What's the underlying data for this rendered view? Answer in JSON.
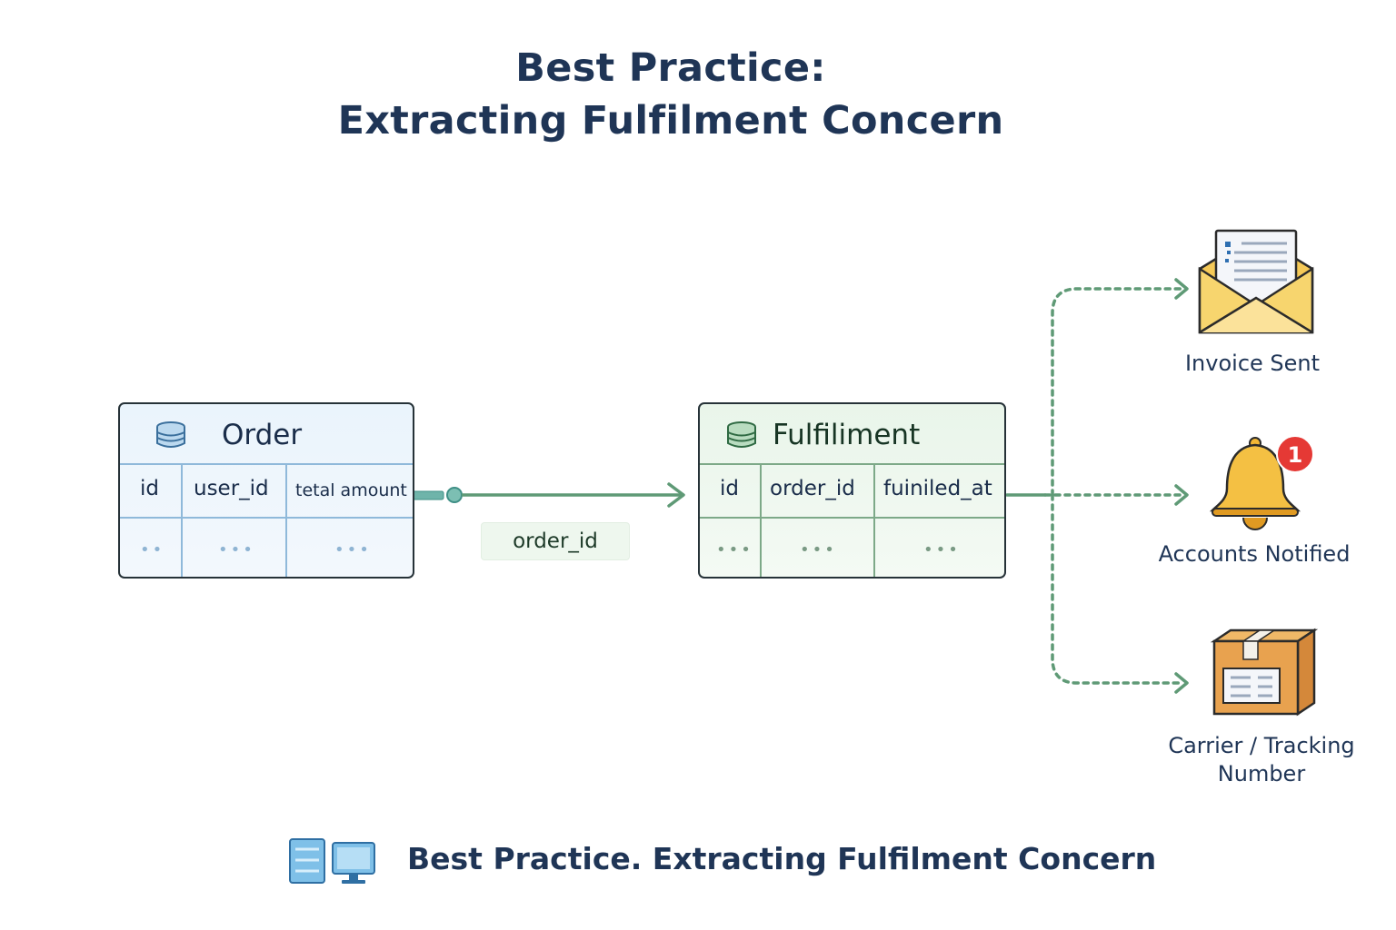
{
  "title": {
    "line1": "Best Practice:",
    "line2": "Extracting Fulfilment Concern"
  },
  "order_table": {
    "name": "Order",
    "columns": [
      "id",
      "user_id",
      "tetal amount"
    ],
    "placeholder_row": [
      "••",
      "•••",
      "•••"
    ]
  },
  "relationship": {
    "label": "order_id"
  },
  "fulfilment_table": {
    "name": "Fulfiliment",
    "columns": [
      "id",
      "order_id",
      "fuiniled_at"
    ],
    "placeholder_row": [
      "•••",
      "•••",
      "•••"
    ]
  },
  "outcomes": [
    {
      "label": "Invoice Sent",
      "icon": "envelope-invoice-icon"
    },
    {
      "label": "Accounts Notified",
      "icon": "bell-notification-icon",
      "badge": "1"
    },
    {
      "label_line1": "Carrier / Tracking",
      "label_line2": "Number",
      "icon": "package-box-icon"
    }
  ],
  "footer": {
    "text": "Best Practice. Extracting Fulfilment Concern",
    "icon": "server-monitor-icon"
  },
  "colors": {
    "title": "#1f3556",
    "order_fill": "#eaf4fc",
    "fulfilment_fill": "#e9f5ea",
    "arrow": "#5f9a76",
    "badge": "#e53935",
    "bell": "#f2b634",
    "envelope": "#f7d36b",
    "box": "#e4a04c"
  }
}
